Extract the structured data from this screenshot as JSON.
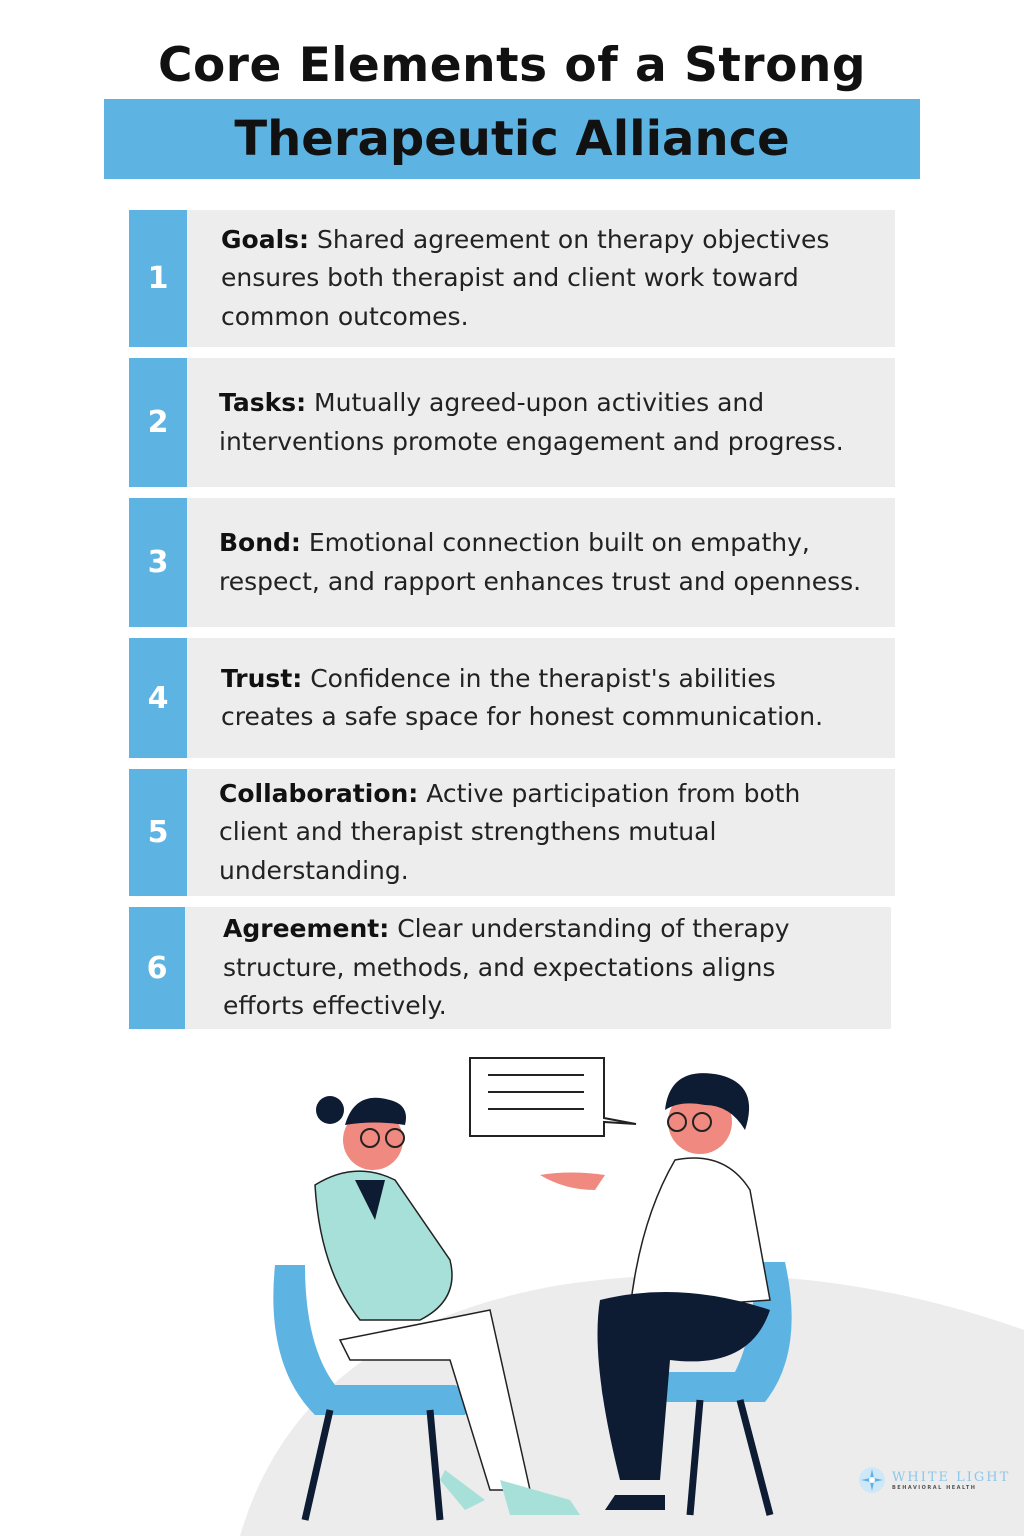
{
  "title": {
    "line1": "Core Elements of a Strong",
    "line2": "Therapeutic Alliance"
  },
  "colors": {
    "accent": "#5db4e3",
    "row_bg": "#ededed"
  },
  "items": [
    {
      "number": "1",
      "term": "Goals:",
      "description": " Shared agreement on therapy objectives ensures both therapist and client work toward common outcomes."
    },
    {
      "number": "2",
      "term": "Tasks:",
      "description": " Mutually agreed-upon activities and interventions promote engagement and progress."
    },
    {
      "number": "3",
      "term": "Bond:",
      "description": " Emotional connection built on empathy, respect, and rapport enhances trust and openness."
    },
    {
      "number": "4",
      "term": "Trust:",
      "description": " Confidence in the therapist's abilities creates a safe space for honest communication."
    },
    {
      "number": "5",
      "term": "Collaboration:",
      "description": " Active participation from both client and therapist strengthens mutual understanding."
    },
    {
      "number": "6",
      "term": "Agreement:",
      "description": " Clear understanding of therapy structure, methods, and expectations aligns efforts effectively."
    }
  ],
  "logo": {
    "name": "WHITE LIGHT",
    "subtitle": "BEHAVIORAL HEALTH"
  }
}
